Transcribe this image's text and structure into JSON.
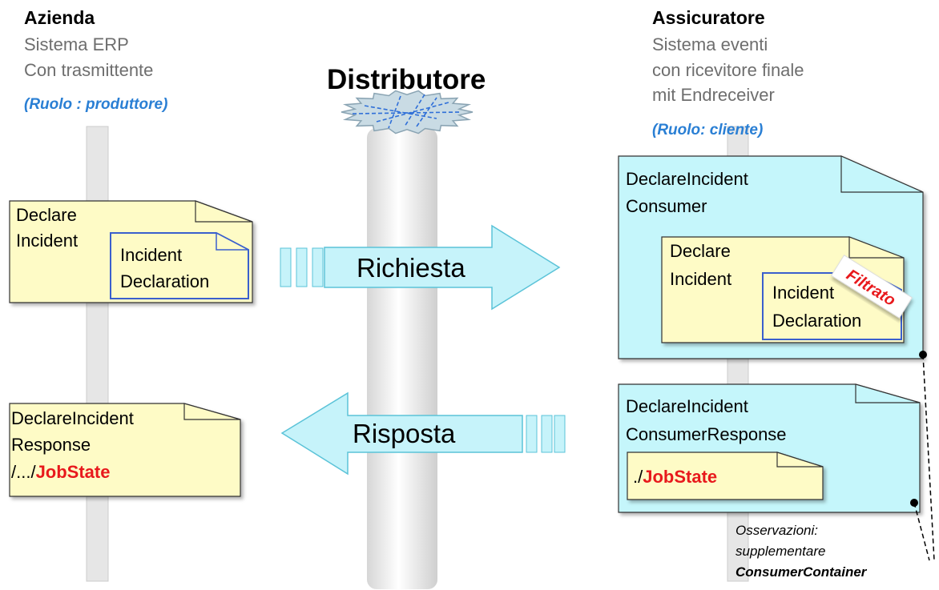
{
  "left_party": {
    "title": "Azienda",
    "line1": "Sistema ERP",
    "line2": "Con trasmittente",
    "role": "(Ruolo : produttore)"
  },
  "distributor": {
    "title": "Distributore"
  },
  "right_party": {
    "title": "Assicuratore",
    "line1": "Sistema eventi",
    "line2": "con ricevitore finale",
    "line3": "mit Endreceiver",
    "role": "(Ruolo: cliente)"
  },
  "left_request_doc": {
    "line1": "Declare",
    "line2": "Incident",
    "inner_line1": "Incident",
    "inner_line2": "Declaration"
  },
  "left_response_doc": {
    "line1": "DeclareIncident",
    "line2": "Response",
    "path_prefix": "/.../",
    "path_highlight": "JobState"
  },
  "arrows": {
    "request": "Richiesta",
    "response": "Risposta"
  },
  "right_consumer_doc": {
    "line1": "DeclareIncident",
    "line2": "Consumer",
    "inner_line1": "Declare",
    "inner_line2": "Incident",
    "innermost_line1": "Incident",
    "innermost_line2": "Declaration",
    "stamp": "Filtrato"
  },
  "right_response_doc": {
    "line1": "DeclareIncident",
    "line2": "ConsumerResponse",
    "path_prefix": "./",
    "path_highlight": "JobState"
  },
  "note": {
    "line1": "Osservazioni:",
    "line2": "supplementare",
    "line3": "ConsumerContainer"
  },
  "colors": {
    "lifeline": "#e6e6e6",
    "doc_yellow": "#fefbc6",
    "doc_cyan": "#c5f6fb",
    "inner_border": "#3a5fcd",
    "arrow_fill": "#c6f3fa",
    "arrow_stroke": "#5bc3d8",
    "highlight_red": "#e8191c",
    "role_blue": "#2a7fd4"
  }
}
